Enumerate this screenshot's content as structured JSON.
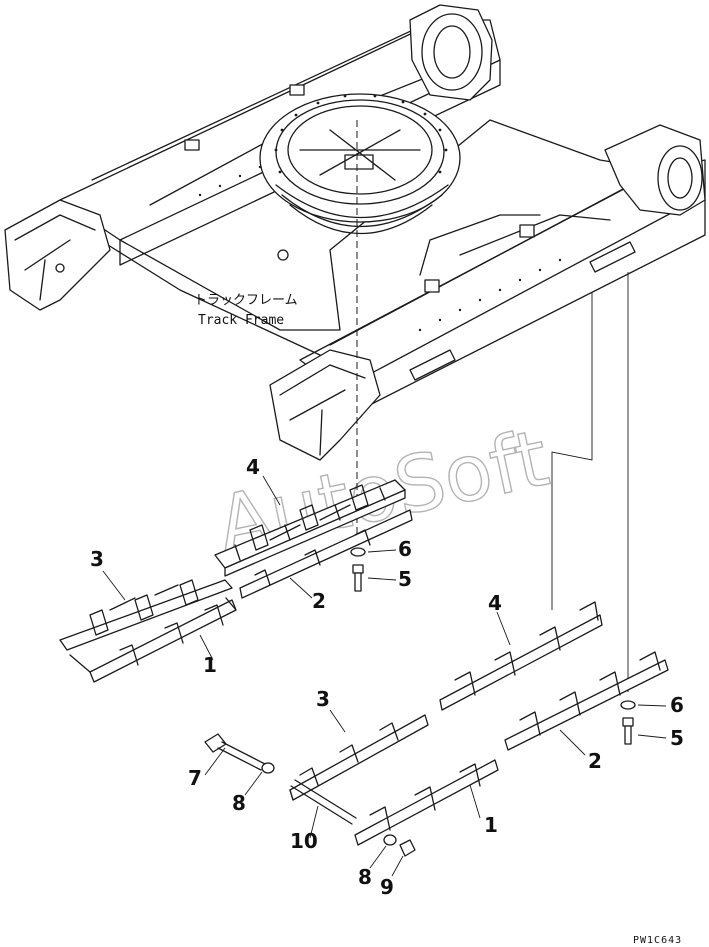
{
  "frame_label_jp": "トラックフレーム",
  "frame_label_en": "Track Frame",
  "watermark": "AutoSoft",
  "drawing_code": "PW1C643",
  "callouts": {
    "c1_left": "1",
    "c2_left": "2",
    "c3_left": "3",
    "c4_left": "4",
    "c5_left": "5",
    "c6_left": "6",
    "c1_bottom": "1",
    "c2_right": "2",
    "c3_bottom": "3",
    "c4_right": "4",
    "c5_right": "5",
    "c6_right": "6",
    "c7": "7",
    "c8_a": "8",
    "c8_b": "8",
    "c9": "9",
    "c10": "10"
  }
}
